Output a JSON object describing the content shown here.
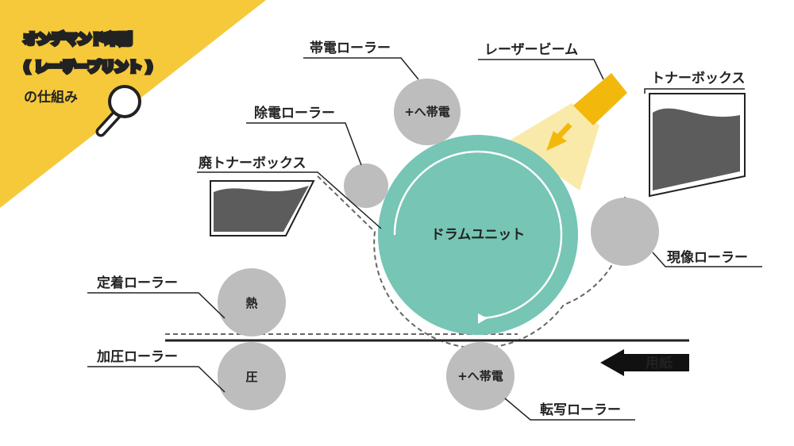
{
  "title": {
    "line1": "オンデマンド印刷",
    "line2": "( レーザープリント )",
    "line3": "の仕組み"
  },
  "labels": {
    "charge_roller": "帯電ローラー",
    "laser_beam": "レーザービーム",
    "toner_box": "トナーボックス",
    "discharge_roller": "除電ローラー",
    "waste_toner_box": "廃トナーボックス",
    "drum_unit": "ドラムユニット",
    "developing_roller": "現像ローラー",
    "fixing_roller": "定着ローラー",
    "pressure_roller": "加圧ローラー",
    "transfer_roller": "転写ローラー",
    "paper": "用紙"
  },
  "rollers": {
    "charge_text": "+へ帯電",
    "fixing_text": "熱",
    "pressure_text": "圧",
    "transfer_text": "+へ帯電"
  },
  "colors": {
    "title_yellow": "#f5c93a",
    "drum_teal": "#76c5b5",
    "roller_gray": "#bdbdbd",
    "toner_dark": "#5c5c5c",
    "laser_orange": "#f2b90c",
    "laser_label": "#e6a817"
  },
  "icons": [
    "magnifier-icon",
    "paper-arrow-icon",
    "laser-arrow-icon"
  ]
}
